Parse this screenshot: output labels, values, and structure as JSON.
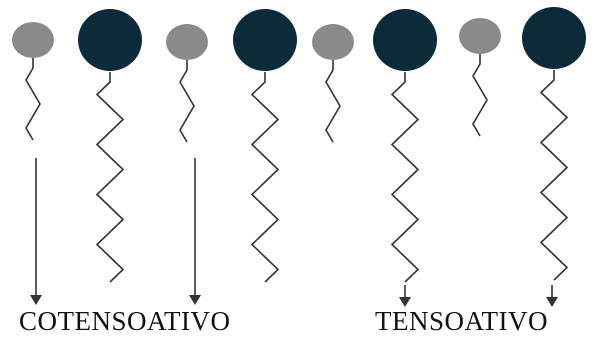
{
  "labels": {
    "cotensoativo": "COTENSOATIVO",
    "tensoativo": "TENSOATIVO"
  },
  "molecules": [
    {
      "kind": "cotensoactive",
      "head_color": "#8a8a8a"
    },
    {
      "kind": "surfactant",
      "head_color": "#0b2a3a"
    },
    {
      "kind": "cotensoactive",
      "head_color": "#8a8a8a"
    },
    {
      "kind": "surfactant",
      "head_color": "#0b2a3a"
    },
    {
      "kind": "cotensoactive",
      "head_color": "#8a8a8a"
    },
    {
      "kind": "surfactant",
      "head_color": "#0b2a3a"
    },
    {
      "kind": "cotensoactive",
      "head_color": "#8a8a8a"
    },
    {
      "kind": "surfactant",
      "head_color": "#0b2a3a"
    }
  ],
  "arrows": [
    {
      "group": "cotensoativo",
      "length": "long"
    },
    {
      "group": "cotensoativo",
      "length": "long"
    },
    {
      "group": "tensoativo",
      "length": "short"
    },
    {
      "group": "tensoativo",
      "length": "short"
    }
  ],
  "colors": {
    "line": "#333333",
    "cotensoactive_head": "#8a8a8a",
    "surfactant_head": "#0b2a3a"
  }
}
